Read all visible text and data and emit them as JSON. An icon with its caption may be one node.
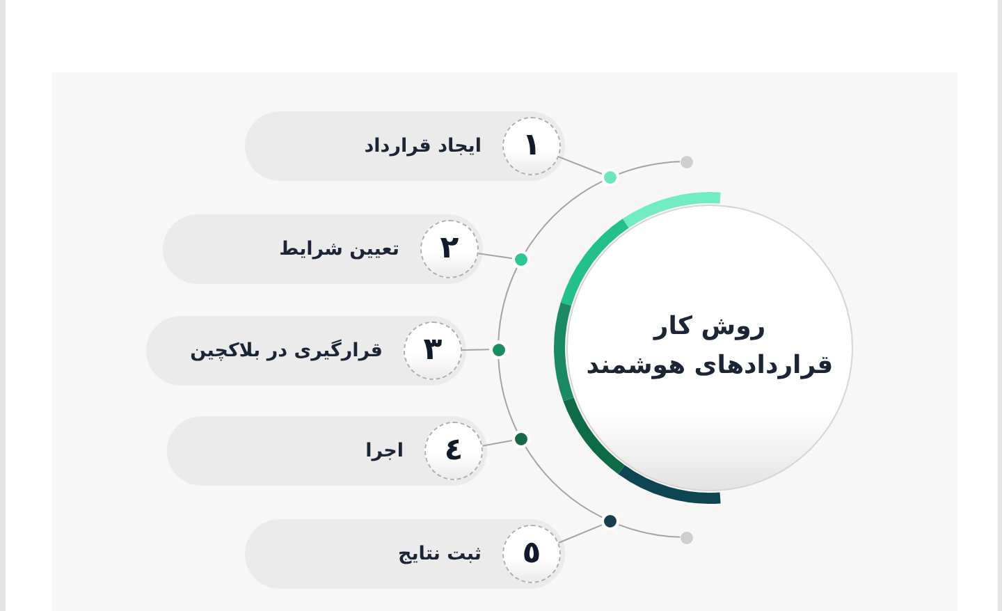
{
  "diagram": {
    "nodes": [
      {
        "text": [
          "روش کار قراردادهای هوشمند"
        ]
      },
      {
        "text": [
          "ایجاد قرارداد"
        ]
      },
      {
        "text": [
          "١"
        ],
        "in": 1
      },
      {
        "text": [
          "تعیین شرایط"
        ]
      },
      {
        "text": [
          "٢"
        ],
        "in": 3
      },
      {
        "text": [
          "قرارگیری در بلاکچین"
        ]
      },
      {
        "text": [
          "٣"
        ],
        "in": 5
      },
      {
        "text": [
          "اجرا"
        ]
      },
      {
        "text": [
          "٤"
        ],
        "in": 7
      },
      {
        "text": [
          "ثبت نتایج"
        ]
      },
      {
        "text": [
          "٥"
        ],
        "in": 9
      },
      {
        "text": [],
        "shape": "circle"
      },
      {
        "text": [],
        "shape": "circle"
      },
      {
        "text": [],
        "shape": "circle"
      },
      {
        "text": [],
        "shape": "circle"
      },
      {
        "text": [],
        "shape": "circle"
      },
      {
        "text": [],
        "shape": "circle"
      },
      {
        "text": [],
        "shape": "circle"
      }
    ],
    "edges": [
      {
        "from": 2,
        "to": 12,
        "arrow": "none"
      },
      {
        "from": 4,
        "to": 13,
        "arrow": "none"
      },
      {
        "from": 6,
        "to": 14,
        "arrow": "none"
      },
      {
        "from": 8,
        "to": 15,
        "arrow": "none"
      },
      {
        "from": 10,
        "to": 16,
        "arrow": "none"
      },
      {
        "from": 11,
        "to": 12,
        "arrow": "none"
      },
      {
        "from": 12,
        "to": 13,
        "arrow": "none"
      },
      {
        "from": 13,
        "to": 14,
        "arrow": "none"
      },
      {
        "from": 14,
        "to": 15,
        "arrow": "none"
      },
      {
        "from": 15,
        "to": 16,
        "arrow": "none"
      },
      {
        "from": 16,
        "to": 17,
        "arrow": "none"
      }
    ]
  }
}
